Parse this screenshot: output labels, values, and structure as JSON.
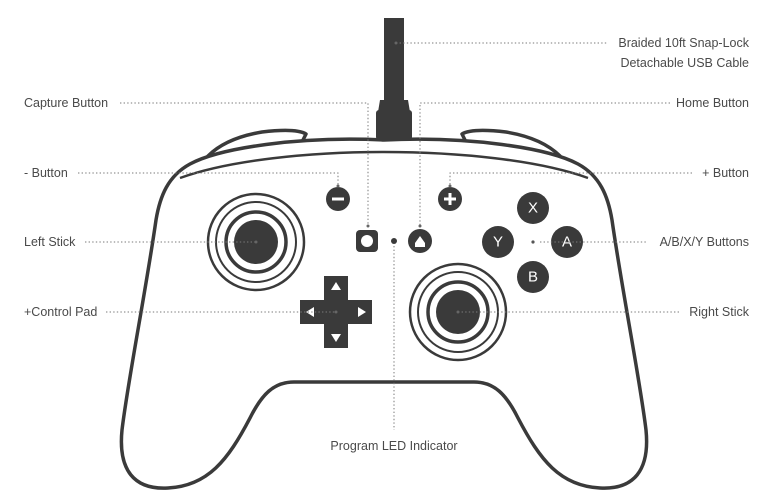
{
  "labels": {
    "cable_line1": "Braided 10ft Snap-Lock",
    "cable_line2": "Detachable USB Cable",
    "capture": "Capture Button",
    "home": "Home Button",
    "minus": "- Button",
    "plus": "+ Button",
    "left_stick": "Left Stick",
    "abxy": "A/B/X/Y Buttons",
    "dpad": "+Control Pad",
    "right_stick": "Right Stick",
    "led": "Program LED Indicator"
  },
  "face_buttons": {
    "x": "X",
    "y": "Y",
    "a": "A",
    "b": "B"
  },
  "colors": {
    "outline": "#3a3a3a",
    "label": "#4a4a4a"
  }
}
